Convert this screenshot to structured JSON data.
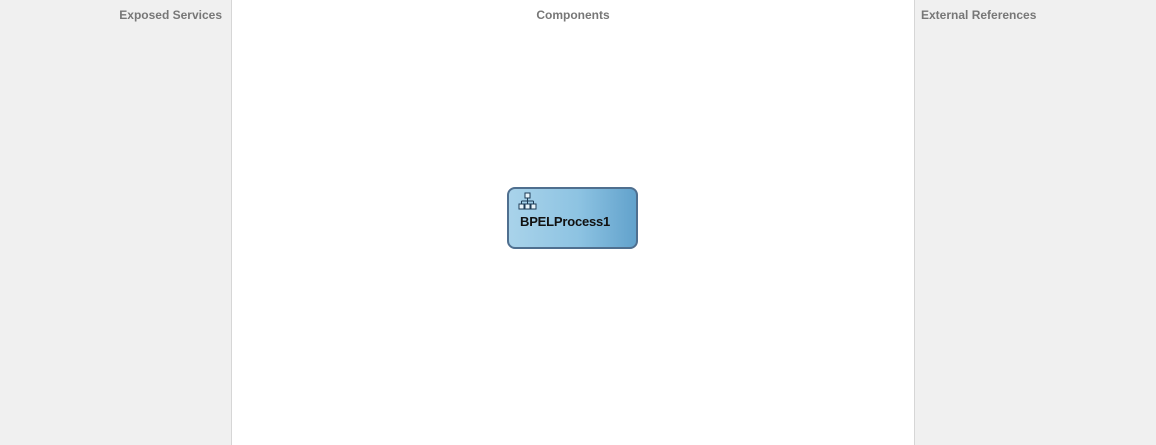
{
  "lanes": {
    "exposed_services": {
      "title": "Exposed Services"
    },
    "components": {
      "title": "Components"
    },
    "external_references": {
      "title": "External References"
    }
  },
  "component": {
    "label": "BPELProcess1",
    "icon": "bpel-process-tree-icon",
    "colors": {
      "fill_start": "#a9d3ea",
      "fill_end": "#62a2cc",
      "border": "#4f6f8f"
    }
  }
}
